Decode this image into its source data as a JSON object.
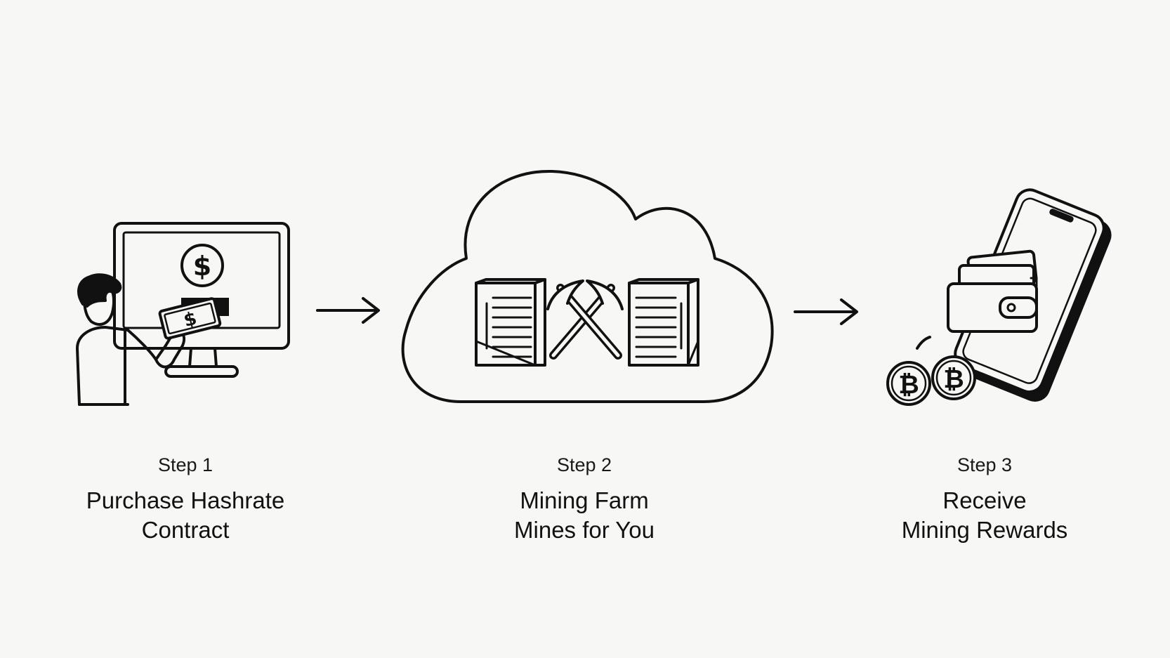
{
  "steps": [
    {
      "label": "Step 1",
      "title_lines": [
        "Purchase Hashrate",
        "Contract"
      ],
      "icon": "person-buying-on-computer-icon"
    },
    {
      "label": "Step 2",
      "title_lines": [
        "Mining Farm",
        "Mines for You"
      ],
      "icon": "cloud-mining-farm-icon"
    },
    {
      "label": "Step 3",
      "title_lines": [
        "Receive",
        "Mining Rewards"
      ],
      "icon": "phone-wallet-bitcoin-icon"
    }
  ],
  "icons": {
    "dollar": "$",
    "bitcoin": "₿"
  },
  "colors": {
    "background": "#f7f7f5",
    "ink": "#111111"
  }
}
